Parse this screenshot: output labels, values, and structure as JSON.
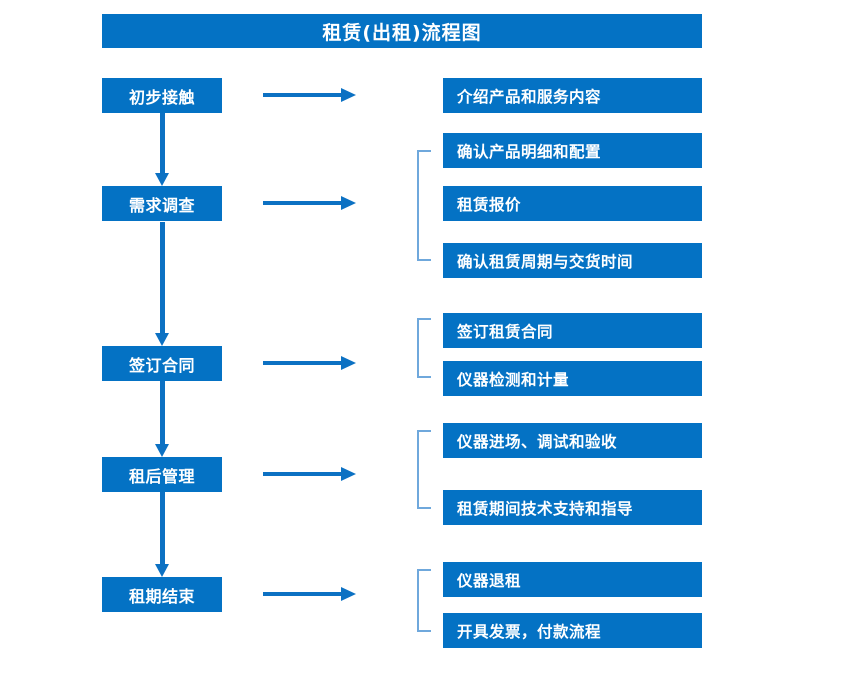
{
  "title": "租赁(出租)流程图",
  "colors": {
    "box_blue": "#0472C4",
    "arrow_blue": "#0C71C3",
    "bracket_blue": "#6FA8DC",
    "text_white": "#FFFFFF",
    "background": "#FFFFFF"
  },
  "stages": [
    {
      "label": "初步接触"
    },
    {
      "label": "需求调查"
    },
    {
      "label": "签订合同"
    },
    {
      "label": "租后管理"
    },
    {
      "label": "租期结束"
    }
  ],
  "details": [
    {
      "label": "介绍产品和服务内容"
    },
    {
      "label": "确认产品明细和配置"
    },
    {
      "label": "租赁报价"
    },
    {
      "label": "确认租赁周期与交货时间"
    },
    {
      "label": "签订租赁合同"
    },
    {
      "label": "仪器检测和计量"
    },
    {
      "label": "仪器进场、调试和验收"
    },
    {
      "label": "租赁期间技术支持和指导"
    },
    {
      "label": "仪器退租"
    },
    {
      "label": "开具发票，付款流程"
    }
  ]
}
